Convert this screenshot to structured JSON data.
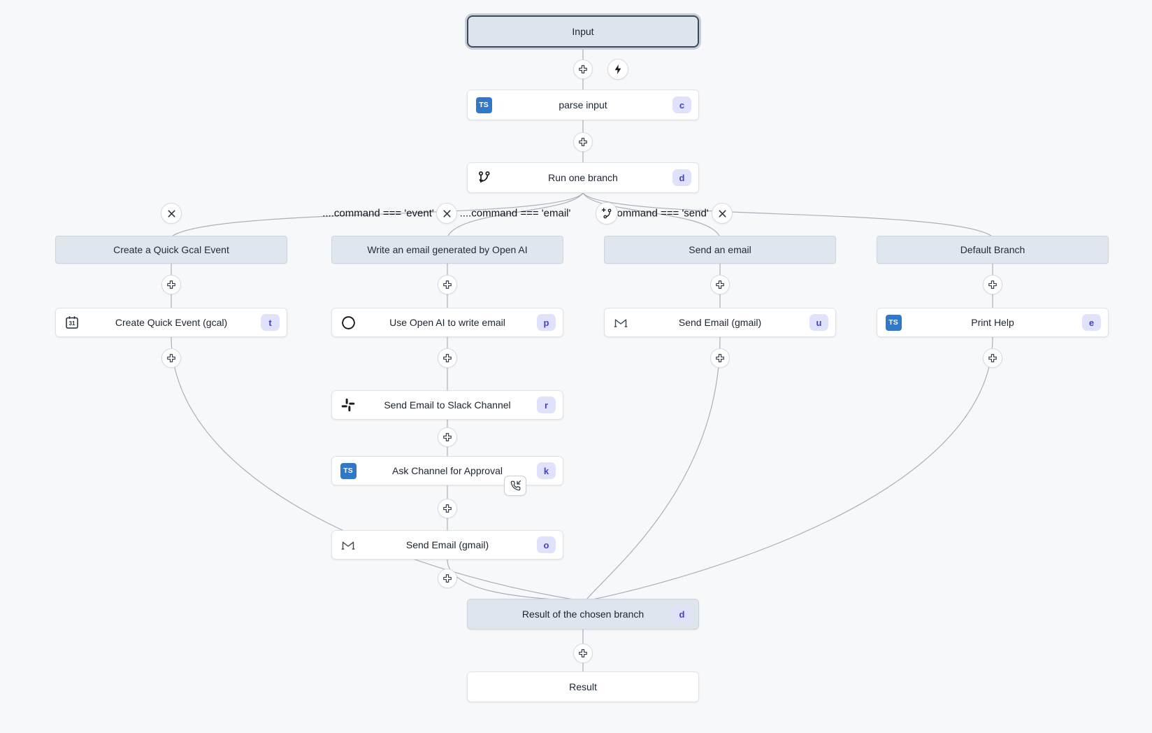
{
  "flow": {
    "input": {
      "label": "Input"
    },
    "parse_input": {
      "label": "parse input",
      "badge": "c",
      "icon": "typescript-icon"
    },
    "run_one_branch": {
      "label": "Run one branch",
      "badge": "d",
      "icon": "git-branch-icon"
    },
    "result_of_branch": {
      "label": "Result of the chosen branch",
      "badge": "d"
    },
    "result": {
      "label": "Result"
    }
  },
  "branch_conditions": [
    {
      "text": "....command === 'event'"
    },
    {
      "text": "....command === 'email'"
    },
    {
      "text": "....command === 'send'"
    }
  ],
  "branches": [
    {
      "header": "Create a Quick Gcal Event",
      "steps": [
        {
          "label": "Create Quick Event (gcal)",
          "badge": "t",
          "icon": "calendar-icon"
        }
      ]
    },
    {
      "header": "Write an email generated by Open AI",
      "steps": [
        {
          "label": "Use Open AI to write email",
          "badge": "p",
          "icon": "openai-icon"
        },
        {
          "label": "Send Email to Slack Channel",
          "badge": "r",
          "icon": "slack-icon"
        },
        {
          "label": "Ask Channel for Approval",
          "badge": "k",
          "icon": "typescript-icon",
          "suspend_icon": "phone-incoming-icon"
        },
        {
          "label": "Send Email (gmail)",
          "badge": "o",
          "icon": "gmail-icon"
        }
      ]
    },
    {
      "header": "Send an email",
      "steps": [
        {
          "label": "Send Email (gmail)",
          "badge": "u",
          "icon": "gmail-icon"
        }
      ]
    },
    {
      "header": "Default Branch",
      "steps": [
        {
          "label": "Print Help",
          "badge": "e",
          "icon": "typescript-icon"
        }
      ]
    }
  ],
  "icons": {
    "ts_label": "TS",
    "calendar_day": "31"
  },
  "colors": {
    "canvas_bg": "#f7f8fa",
    "node_bg": "#ffffff",
    "header_bg": "#e0e6ed",
    "selected_border": "#3f4a57",
    "badge_bg": "#e0e1fb",
    "badge_text": "#4442c8",
    "typescript_blue": "#3178c6",
    "edge": "#a9b0ba"
  }
}
